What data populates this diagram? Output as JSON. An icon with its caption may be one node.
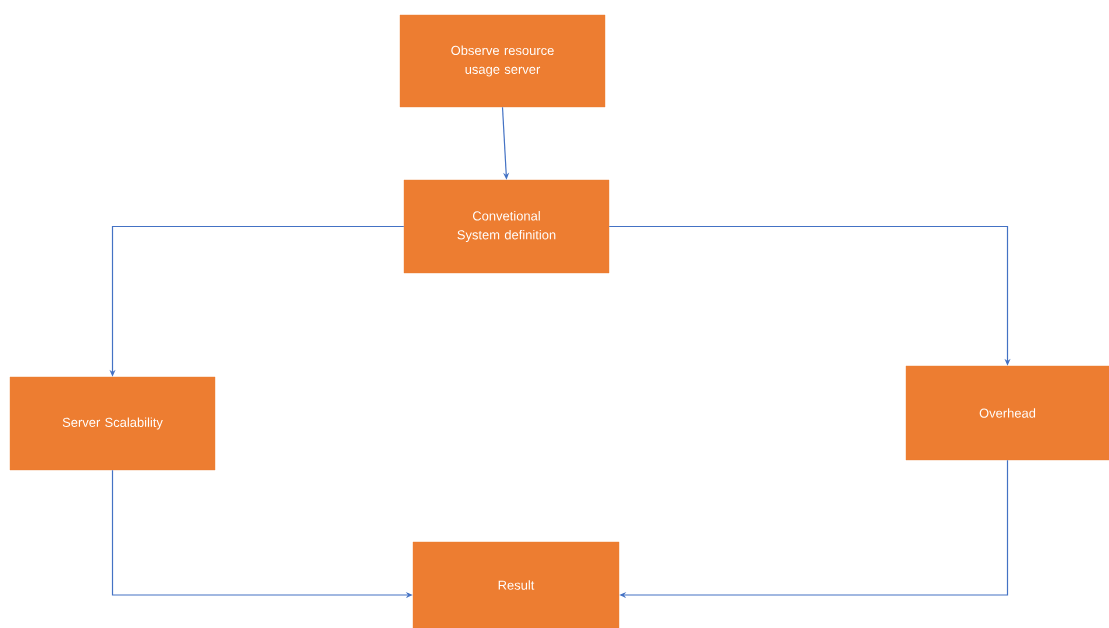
{
  "diagram": {
    "nodes": [
      {
        "text": [
          "Observe resource usage server"
        ]
      },
      {
        "text": [
          "Convetional System definition"
        ]
      },
      {
        "text": [
          "Server Scalability"
        ]
      },
      {
        "text": [
          "Overhead"
        ]
      },
      {
        "text": [
          "Result"
        ]
      }
    ],
    "edges": [
      {
        "from": 0,
        "to": 1,
        "arrow": "to"
      },
      {
        "from": 1,
        "to": 2,
        "arrow": "to"
      },
      {
        "from": 1,
        "to": 3,
        "arrow": "to"
      },
      {
        "from": 2,
        "to": 4,
        "arrow": "to"
      },
      {
        "from": 3,
        "to": 4,
        "arrow": "to"
      }
    ]
  }
}
